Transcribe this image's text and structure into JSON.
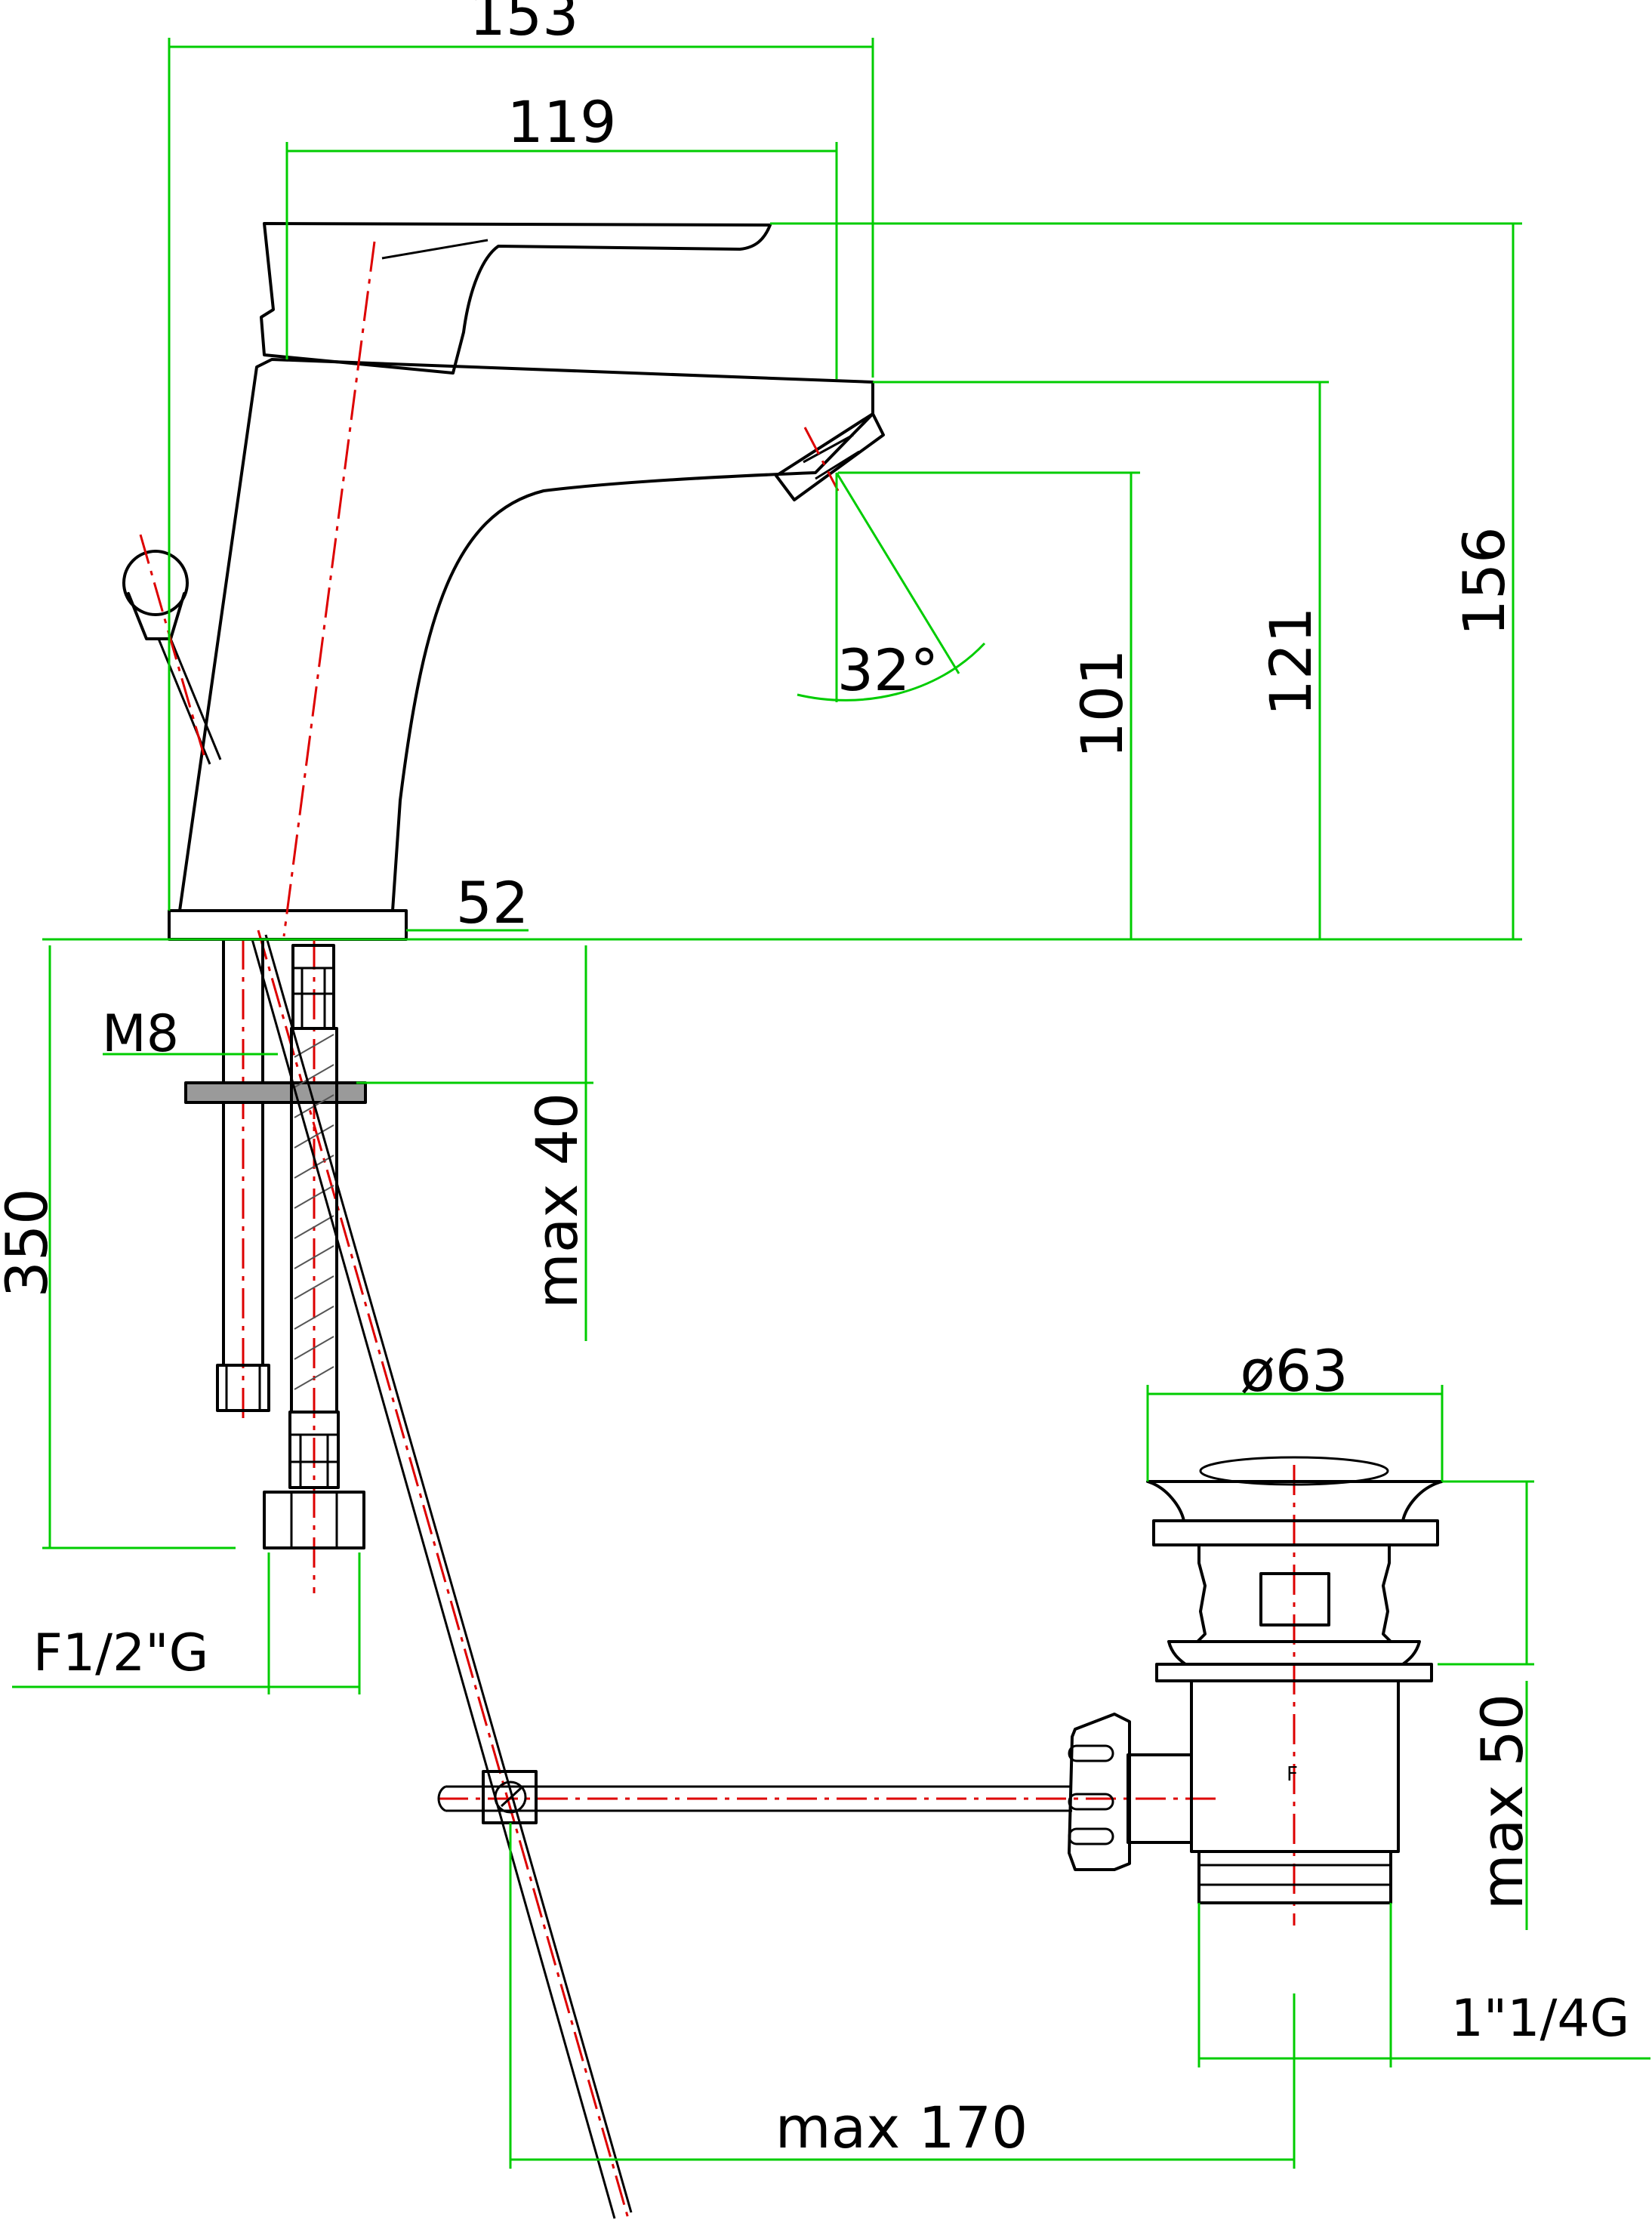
{
  "dimensions": {
    "overall_depth": "153",
    "spout_reach": "119",
    "total_height": "156",
    "spout_top_height": "121",
    "outlet_height": "101",
    "spray_angle": "32°",
    "base_diameter": "52",
    "stud_thread": "M8",
    "max_deck_thickness": "max 40",
    "hose_length": "350",
    "hose_connection": "F1/2\"G",
    "waste_diameter": "ø63",
    "waste_max_thickness": "max 50",
    "waste_thread": "1\"1/4G",
    "rod_max_length": "max 170"
  },
  "marks": {
    "waste_letter": "F"
  },
  "colors": {
    "outline": "#000000",
    "dimension": "#00cc00",
    "centerline": "#dd0000"
  }
}
